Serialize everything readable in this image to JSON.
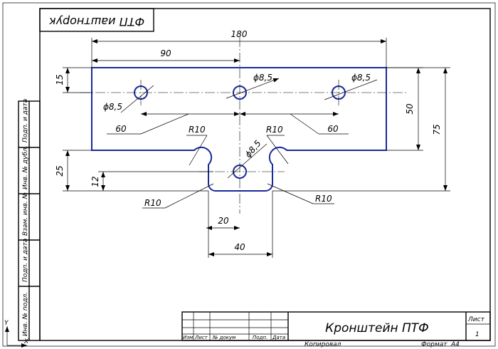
{
  "drawing": {
    "stamp_top": "ФТП иаштнорук",
    "title": "Кронштейн ПТФ",
    "dimensions": {
      "d180": "180",
      "d90": "90",
      "d15": "15",
      "d50": "50",
      "d75": "75",
      "d25": "25",
      "d12": "12",
      "d20": "20",
      "d40": "40",
      "d60_left": "60",
      "d60_right": "60",
      "hole_center": "ϕ8,5",
      "hole_right": "ϕ8,5",
      "hole_left": "ϕ8,5",
      "hole_bottom": "ϕ8,5",
      "r_upper_left": "R10",
      "r_upper_right": "R10",
      "r_lower_left": "R10",
      "r_lower_right": "R10"
    },
    "side_labels": [
      "Подп. и дата",
      "Инв. № дубл.",
      "Взам. инв. №",
      "Подп. и дата",
      "Инв. № подл."
    ],
    "title_block": {
      "izm": "Изм",
      "list": "Лист",
      "doc_no": "№ докум",
      "podp": "Подп.",
      "data": "Дата",
      "sheet_label": "Лист",
      "sheet_no": "1",
      "kopiroval": "Копировал",
      "format": "Формат",
      "format_value": "А4"
    },
    "axes": {
      "y": "Y",
      "x": "X"
    }
  }
}
